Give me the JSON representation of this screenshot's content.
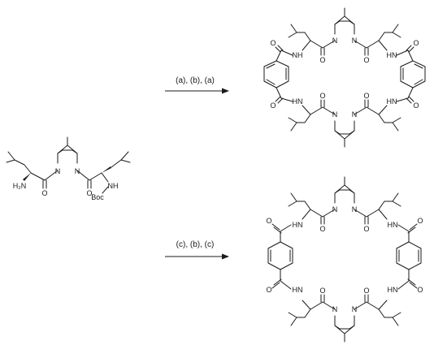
{
  "reactions": [
    {
      "conditions": "(a), (b), (a)"
    },
    {
      "conditions": "(c), (b), (c)"
    }
  ],
  "atoms": {
    "N": "N",
    "O": "O",
    "NH": "NH",
    "HN": "HN",
    "H2N": "H₂N",
    "Boc": "Boc"
  }
}
